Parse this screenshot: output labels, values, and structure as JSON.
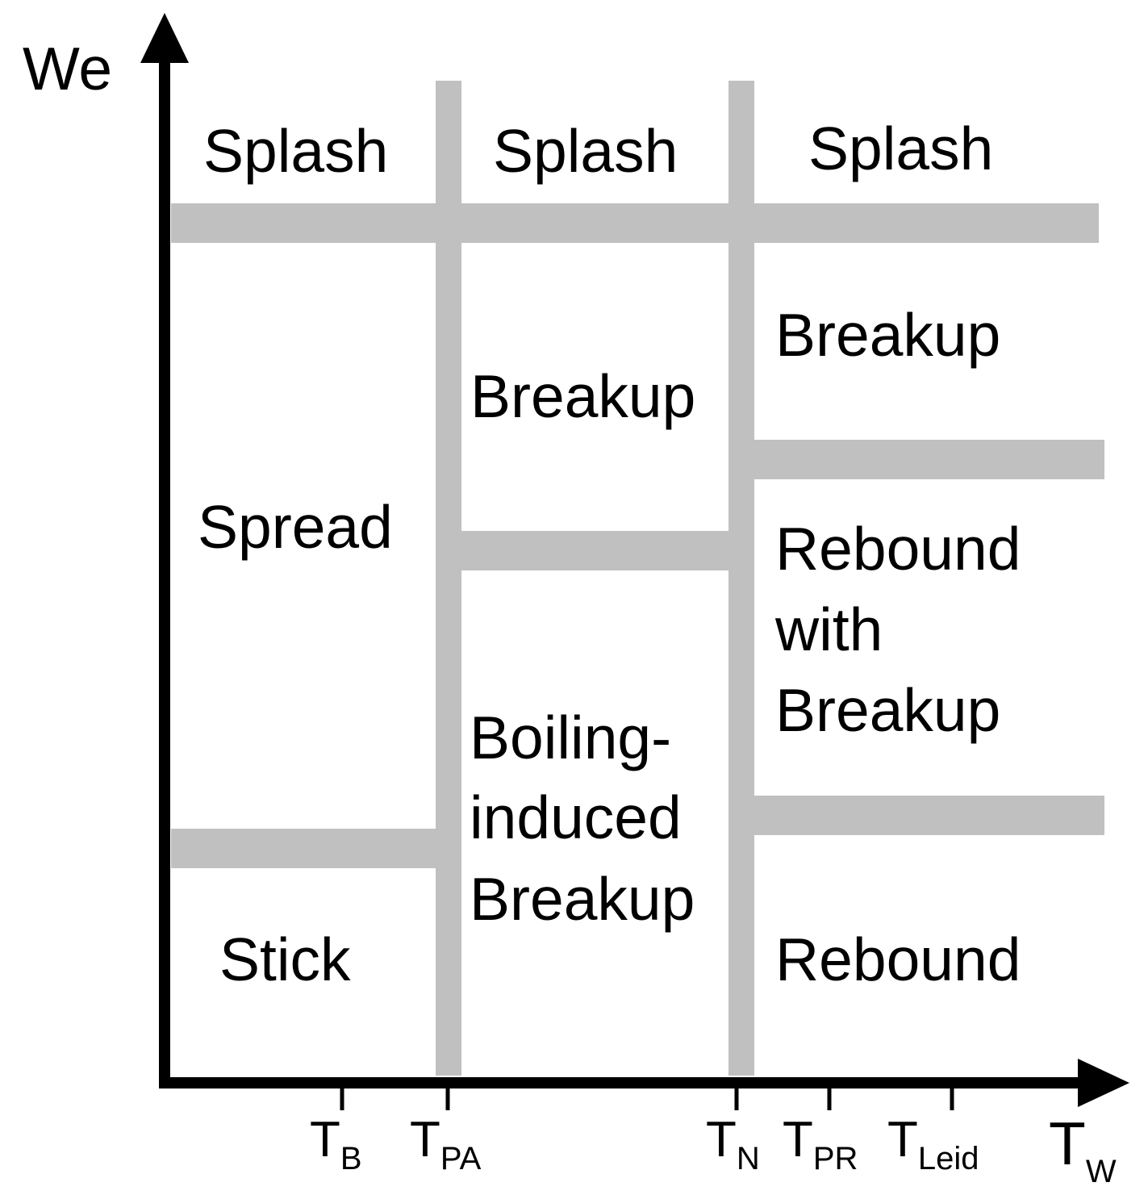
{
  "axes": {
    "y_label": "We",
    "x_label": "T",
    "x_label_sub": "W"
  },
  "ticks": [
    {
      "main": "T",
      "sub": "B"
    },
    {
      "main": "T",
      "sub": "PA"
    },
    {
      "main": "T",
      "sub": "N"
    },
    {
      "main": "T",
      "sub": "PR"
    },
    {
      "main": "T",
      "sub": "Leid"
    }
  ],
  "regions": {
    "splash_left": "Splash",
    "splash_mid": "Splash",
    "splash_right": "Splash",
    "spread": "Spread",
    "stick": "Stick",
    "breakup_mid": "Breakup",
    "boiling_induced_breakup": [
      "Boiling-",
      "induced",
      "Breakup"
    ],
    "breakup_right": "Breakup",
    "rebound_with_breakup": [
      "Rebound",
      "with",
      "Breakup"
    ],
    "rebound": "Rebound"
  },
  "colors": {
    "boundary": "#c0c0c0",
    "axis": "#000000",
    "text": "#000000"
  }
}
